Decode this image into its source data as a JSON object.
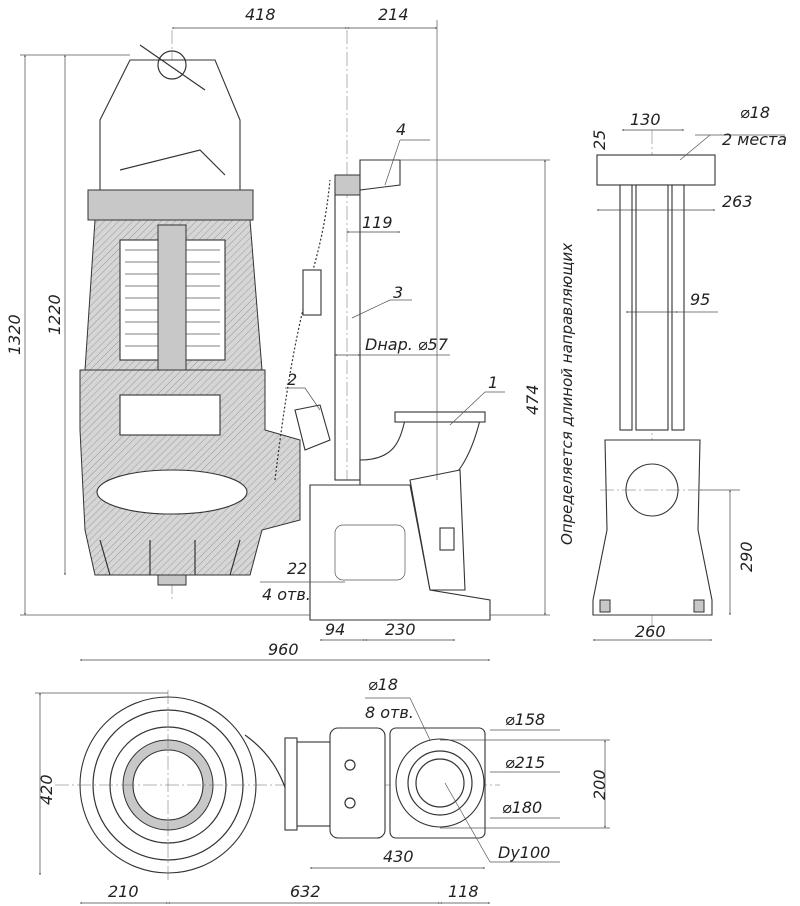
{
  "front_view": {
    "dims": {
      "d418": "418",
      "d214": "214",
      "d119": "119",
      "d1320": "1320",
      "d1220": "1220",
      "d474": "474",
      "d22": "22",
      "holes4": "4 отв.",
      "d94": "94",
      "d230": "230",
      "d960": "960"
    },
    "pipe_diameter": "Dнар. ⌀57",
    "guide_note": "Определяется длиной направляющих",
    "callouts": [
      "1",
      "2",
      "3",
      "4"
    ]
  },
  "side_view": {
    "dims": {
      "d130": "130",
      "d25": "25",
      "d263": "263",
      "d95": "95",
      "d290": "290",
      "d260": "260"
    },
    "hole_diameter": "⌀18",
    "hole_count": "2 места"
  },
  "top_view": {
    "dims": {
      "d420": "420",
      "d430": "430",
      "d200": "200",
      "d210": "210",
      "d632": "632",
      "d118": "118"
    },
    "hole_diameter": "⌀18",
    "hole_count": "8 отв.",
    "flange": {
      "d158": "⌀158",
      "d215": "⌀215",
      "d180": "⌀180",
      "dn": "Dy100"
    }
  }
}
